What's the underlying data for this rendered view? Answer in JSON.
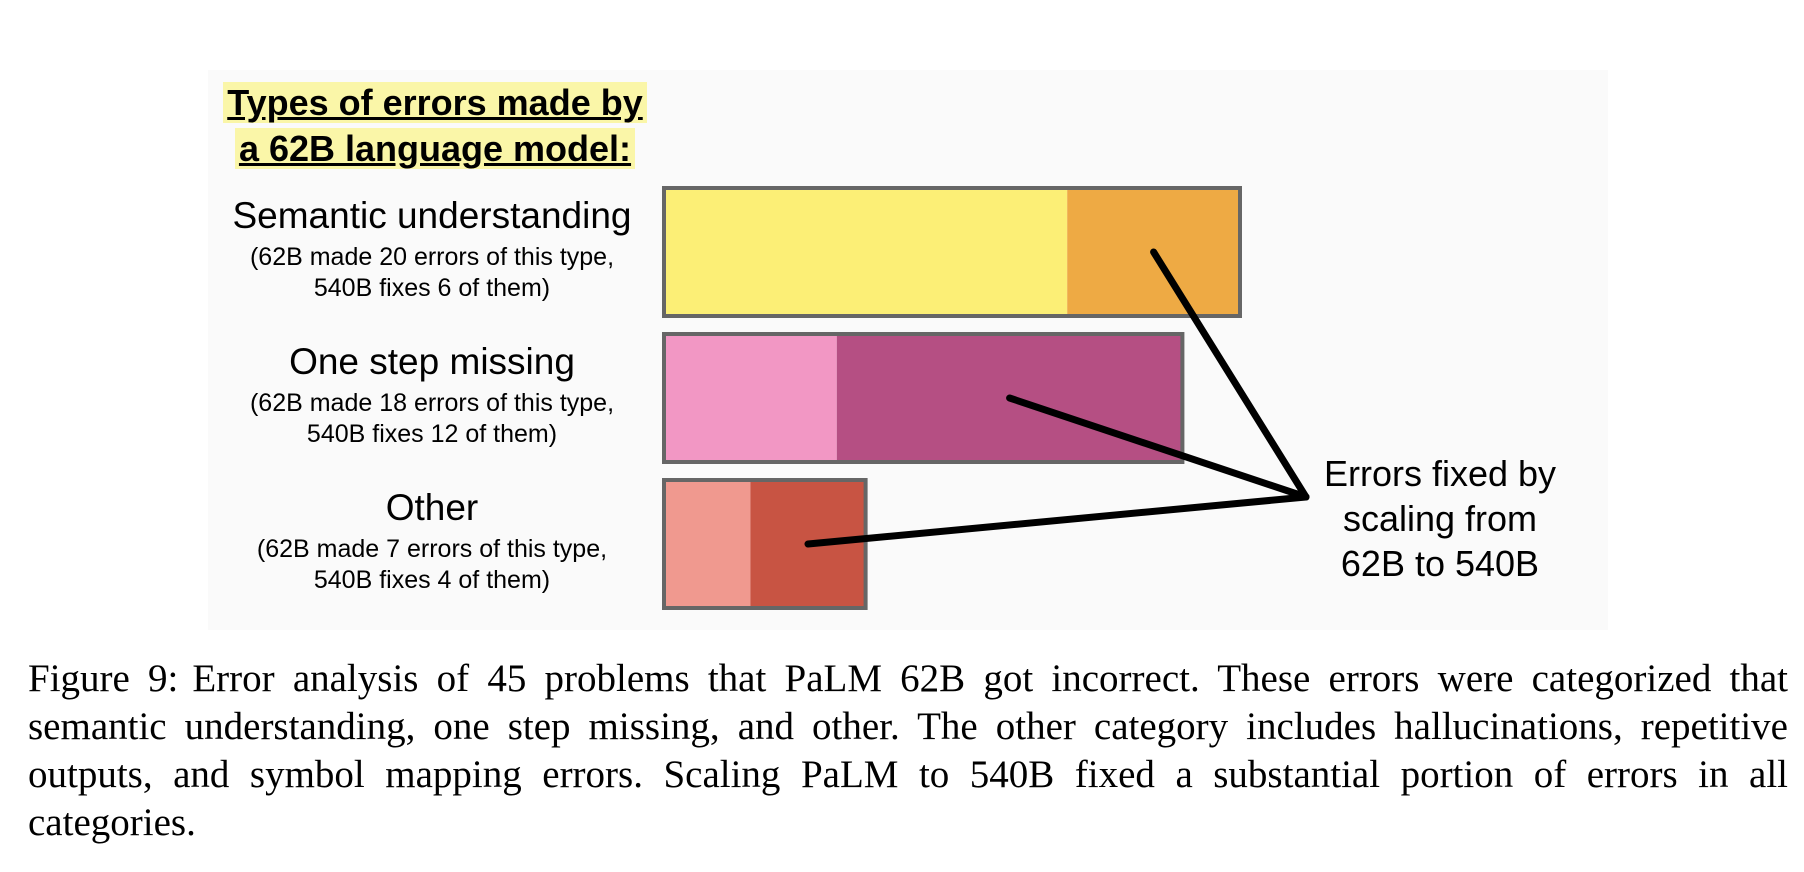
{
  "chart_data": {
    "type": "bar",
    "orientation": "horizontal",
    "stacked": true,
    "title": "Types of errors made by a 62B language model:",
    "title_lines": [
      "Types of errors made by",
      "a 62B language model:"
    ],
    "categories": [
      {
        "name": "Semantic understanding",
        "detail_lines": [
          "(62B made 20 errors of this type,",
          "540B fixes 6 of them)"
        ],
        "total_errors": 20,
        "fixed_by_540b": 6,
        "colors": {
          "remaining": "#fcef76",
          "fixed": "#eeaa44"
        }
      },
      {
        "name": "One step missing",
        "detail_lines": [
          "(62B made 18 errors of this type,",
          "540B fixes 12 of them)"
        ],
        "total_errors": 18,
        "fixed_by_540b": 12,
        "colors": {
          "remaining": "#f297c4",
          "fixed": "#b54f83"
        }
      },
      {
        "name": "Other",
        "detail_lines": [
          "(62B made 7 errors of this type,",
          "540B fixes 4 of them)"
        ],
        "total_errors": 7,
        "fixed_by_540b": 4,
        "colors": {
          "remaining": "#f0998f",
          "fixed": "#c85443"
        }
      }
    ],
    "annotation_lines": [
      "Errors fixed by",
      "scaling from",
      "62B to 540B"
    ],
    "bar_outline_color": "#666666",
    "grid": false,
    "legend": "none"
  },
  "caption": {
    "lead": "Figure 9:",
    "text": "Error analysis of 45 problems that PaLM 62B got incorrect. These errors were categorized that semantic understanding, one step missing, and other. The other category includes hallucinations, repetitive outputs, and symbol mapping errors. Scaling PaLM to 540B fixed a substantial portion of errors in all categories."
  }
}
